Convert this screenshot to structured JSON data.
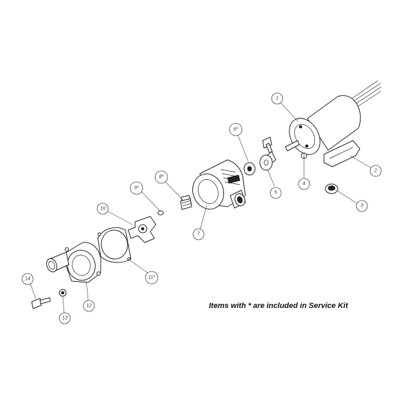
{
  "note": "Items with * are included in Service Kit",
  "callouts": [
    "1",
    "2",
    "3",
    "4",
    "5",
    "6*",
    "7",
    "8*",
    "9*",
    "10",
    "11*",
    "12",
    "13",
    "14"
  ],
  "colors": {
    "line": "#222222",
    "callout": "#444444",
    "background": "#ffffff"
  }
}
